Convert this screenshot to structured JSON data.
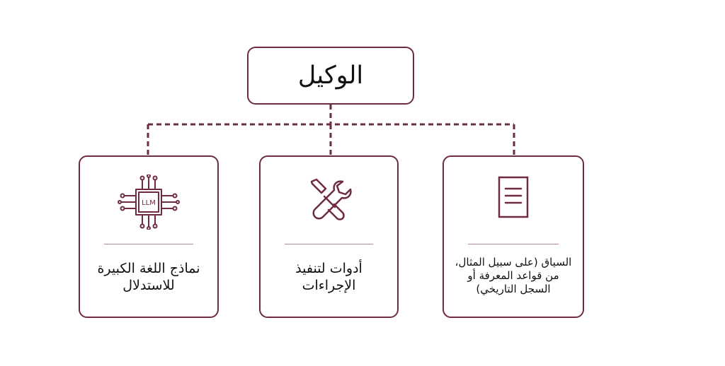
{
  "diagram": {
    "root": {
      "title": "الوكيل"
    },
    "components": [
      {
        "id": "llm",
        "title_line1": "نماذج اللغة الكبيرة",
        "title_line2": "للاستدلال",
        "icon_label": "LLM",
        "icon": "llm-chip-icon"
      },
      {
        "id": "tools",
        "title_line1": "أدوات لتنفيذ",
        "title_line2": "الإجراءات",
        "icon": "wrench-screwdriver-icon"
      },
      {
        "id": "context",
        "title_line1": "السياق (على سبيل المثال،",
        "title_line2": "من قواعد المعرفة أو",
        "title_line3": "السجل التاريخي)",
        "icon": "document-icon"
      }
    ],
    "colors": {
      "accent": "#6f2a45",
      "divider": "#b48597",
      "text": "#111111",
      "background": "#ffffff"
    }
  }
}
